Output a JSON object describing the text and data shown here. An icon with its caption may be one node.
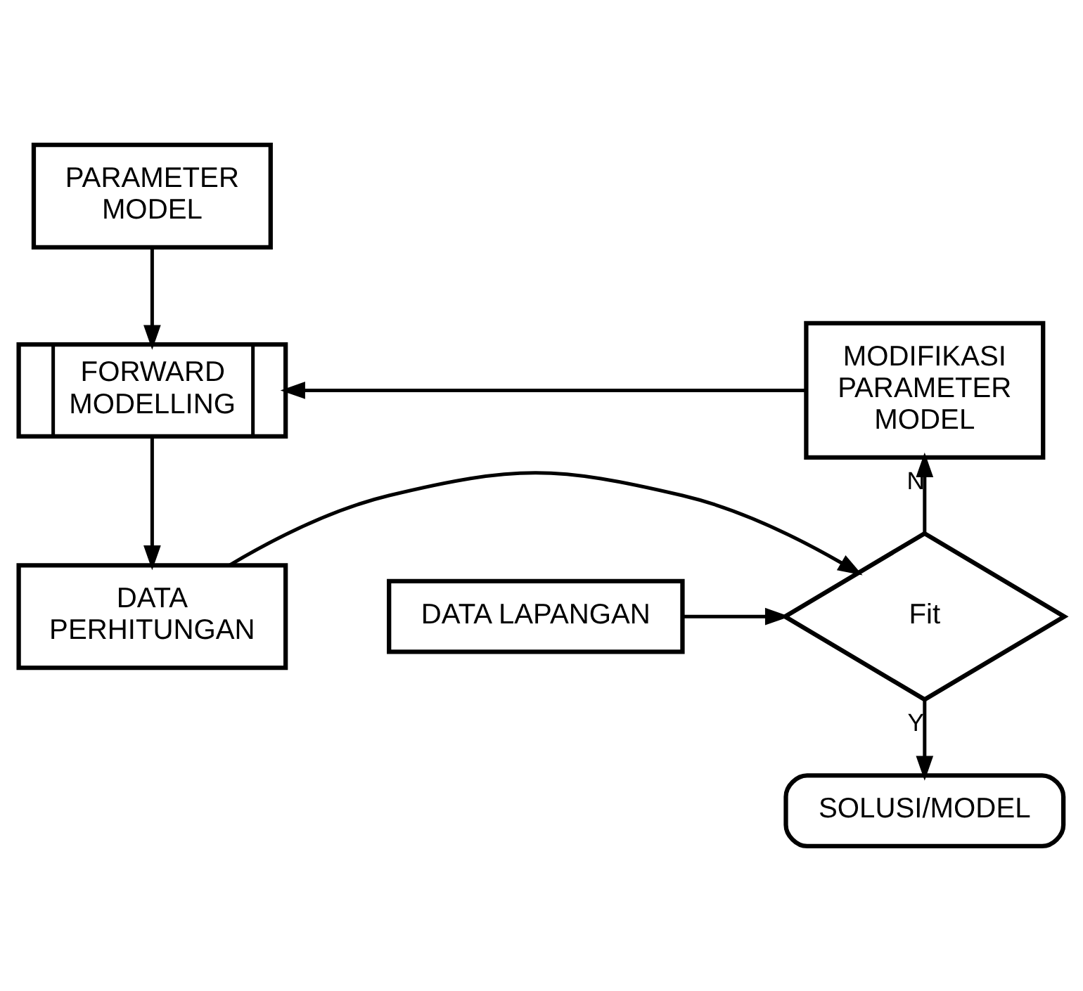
{
  "diagram": {
    "nodes": [
      {
        "text": [
          "PARAMETER MODEL"
        ]
      },
      {
        "text": [
          "FORWARD MODELLING"
        ]
      },
      {
        "text": [
          "MODIFIKASI PARAMETER MODEL"
        ]
      },
      {
        "text": [
          "DATA PERHITUNGAN"
        ]
      },
      {
        "text": [
          "Fit"
        ]
      },
      {
        "text": [
          "DATA LAPANGAN"
        ]
      },
      {
        "text": [
          "SOLUSI/MODEL"
        ]
      }
    ],
    "edges": [
      {
        "from": 0,
        "to": 1,
        "arrow": "to"
      },
      {
        "from": 2,
        "to": 1,
        "arrow": "to"
      },
      {
        "from": 1,
        "to": 3,
        "arrow": "to"
      },
      {
        "from": 3,
        "to": 4,
        "arrow": "to"
      },
      {
        "from": 5,
        "to": 4,
        "arrow": "to"
      },
      {
        "from": 4,
        "to": 2,
        "arrow": "to",
        "label": "N"
      },
      {
        "from": 4,
        "to": 6,
        "arrow": "to",
        "label": "Y"
      }
    ]
  }
}
